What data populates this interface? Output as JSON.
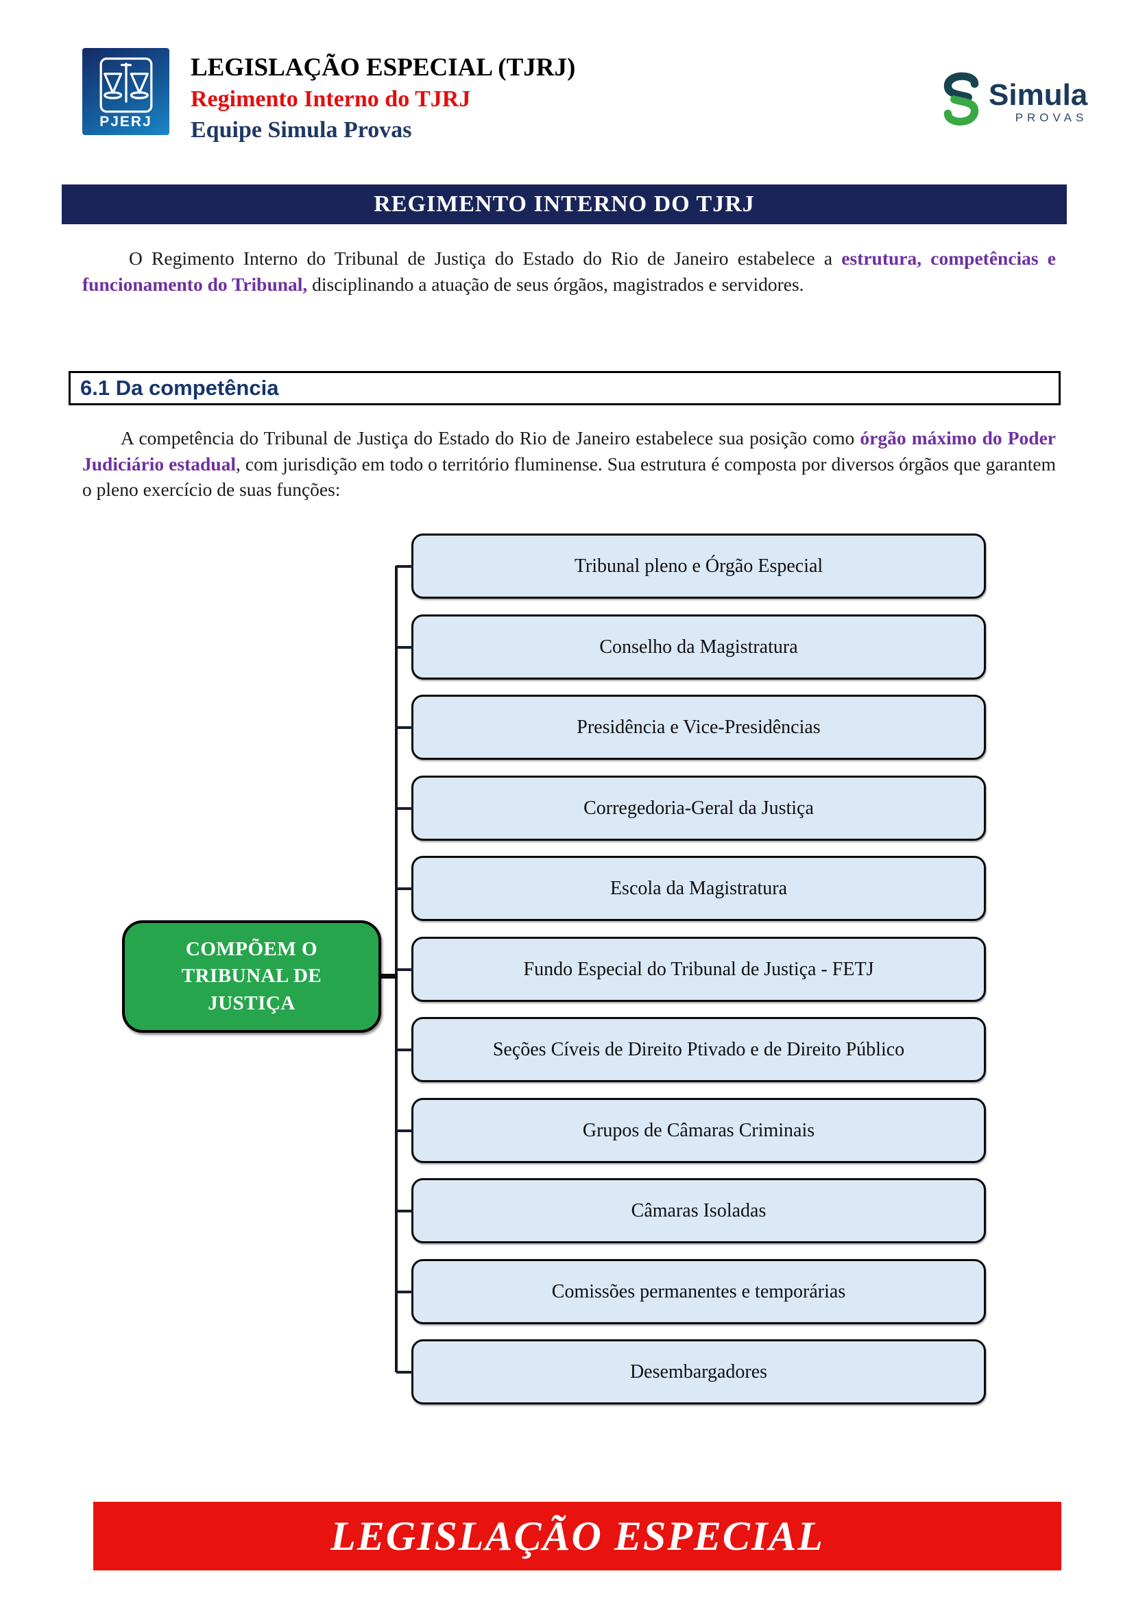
{
  "header": {
    "title": "LEGISLAÇÃO ESPECIAL (TJRJ)",
    "subtitle": "Regimento Interno do TJRJ",
    "team": "Equipe Simula Provas",
    "pjerj_logo_text": "PJERJ",
    "brand_name": "Simula",
    "brand_tagline": "PROVAS"
  },
  "banner": {
    "title": "REGIMENTO INTERNO DO TJRJ"
  },
  "intro": {
    "lead": "O Regimento Interno do Tribunal de Justiça do Estado do Rio de Janeiro estabelece a",
    "highlight": "estrutura, competências e funcionamento do Tribunal,",
    "rest": "disciplinando a atuação de seus órgãos, magistrados e servidores."
  },
  "section_heading": {
    "label": "6.1 Da competência"
  },
  "competencia": {
    "lead": "A competência do Tribunal de Justiça do Estado do Rio de Janeiro estabelece sua posição como",
    "highlight": "órgão máximo do Poder Judiciário estadual",
    "rest": ", com jurisdição em todo o território fluminense. Sua estrutura é composta por diversos órgãos que garantem o pleno exercício de suas funções:"
  },
  "diagram": {
    "root_label": "COMPÕEM O TRIBUNAL DE JUSTIÇA",
    "organs": [
      "Tribunal pleno e Órgão Especial",
      "Conselho da Magistratura",
      "Presidência e Vice-Presidências",
      "Corregedoria-Geral da Justiça",
      "Escola da Magistratura",
      "Fundo Especial do Tribunal de Justiça - FETJ",
      "Seções Cíveis de Direito Ptivado e de Direito Público",
      "Grupos de Câmaras Criminais",
      "Câmaras Isoladas",
      "Comissões permanentes e temporárias",
      "Desembargadores"
    ]
  },
  "footer": {
    "title": "LEGISLAÇÃO ESPECIAL"
  },
  "colors": {
    "banner_navy": "#192559",
    "accent_red": "#e8120f",
    "highlight_purple": "#7030a0",
    "node_green": "#27a54d",
    "organ_box_fill": "#dbe8f6"
  }
}
